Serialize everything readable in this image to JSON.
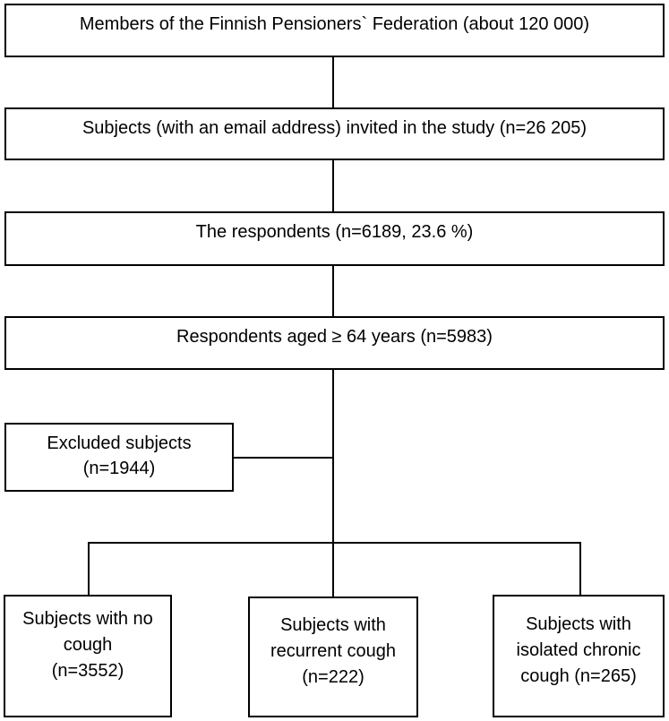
{
  "flowchart": {
    "members": "Members of the Finnish Pensioners` Federation (about 120 000)",
    "invited": "Subjects (with an email address) invited in the study (n=26 205)",
    "respondents": "The respondents (n=6189, 23.6 %)",
    "aged": "Respondents aged ≥ 64 years (n=5983)",
    "excluded": {
      "line1": "Excluded subjects",
      "line2": "(n=1944)"
    },
    "no_cough": {
      "line1": "Subjects with no",
      "line2": "cough",
      "line3": "(n=3552)"
    },
    "recurrent": {
      "line1": "Subjects with",
      "line2": "recurrent cough",
      "line3": "(n=222)"
    },
    "chronic": {
      "line1": "Subjects with",
      "line2": "isolated chronic",
      "line3": "cough (n=265)"
    }
  }
}
